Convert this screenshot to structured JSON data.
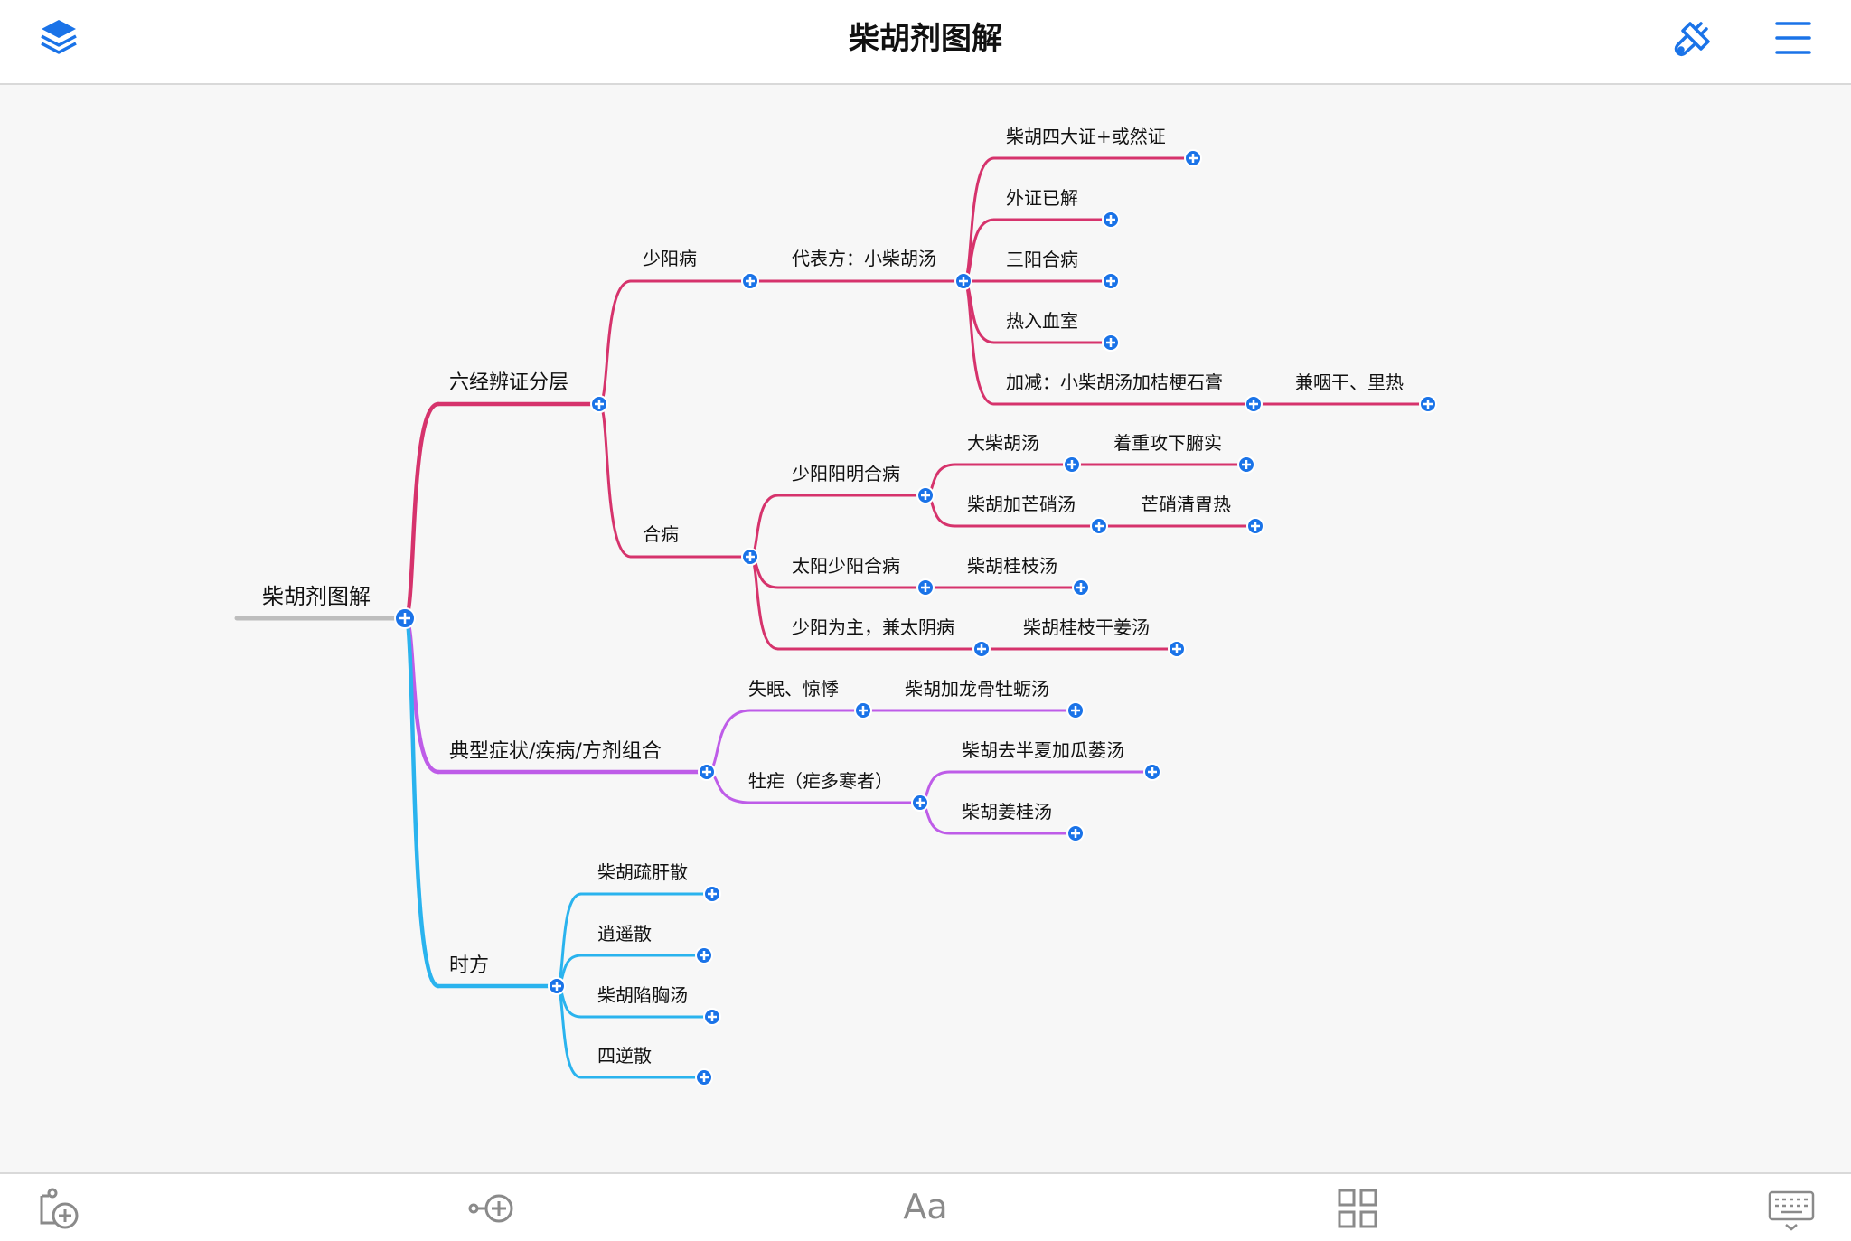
{
  "header": {
    "title": "柴胡剂图解",
    "icons": {
      "left": "layers-icon",
      "theme": "paint-brush-icon",
      "menu": "menu-icon"
    }
  },
  "mindmap": {
    "root": {
      "id": "root",
      "label": "柴胡剂图解"
    },
    "nodes": [
      {
        "id": "n1",
        "parent": "root",
        "label": "六经辨证分层",
        "color": "#d6336c"
      },
      {
        "id": "n2",
        "parent": "root",
        "label": "典型症状/疾病/方剂组合",
        "color": "#be5ce8"
      },
      {
        "id": "n3",
        "parent": "root",
        "label": "时方",
        "color": "#2ab3ee"
      },
      {
        "id": "n11",
        "parent": "n1",
        "label": "少阳病",
        "color": "#d6336c"
      },
      {
        "id": "n12",
        "parent": "n1",
        "label": "合病",
        "color": "#d6336c"
      },
      {
        "id": "n111",
        "parent": "n11",
        "label": "代表方：小柴胡汤",
        "color": "#d6336c"
      },
      {
        "id": "n1111",
        "parent": "n111",
        "label": "柴胡四大证+或然证",
        "color": "#d6336c"
      },
      {
        "id": "n1112",
        "parent": "n111",
        "label": "外证已解",
        "color": "#d6336c"
      },
      {
        "id": "n1113",
        "parent": "n111",
        "label": "三阳合病",
        "color": "#d6336c"
      },
      {
        "id": "n1114",
        "parent": "n111",
        "label": "热入血室",
        "color": "#d6336c"
      },
      {
        "id": "n1115",
        "parent": "n111",
        "label": "加减：小柴胡汤加桔梗石膏",
        "color": "#d6336c"
      },
      {
        "id": "n11151",
        "parent": "n1115",
        "label": "兼咽干、里热",
        "color": "#d6336c"
      },
      {
        "id": "n121",
        "parent": "n12",
        "label": "少阳阳明合病",
        "color": "#d6336c"
      },
      {
        "id": "n1211",
        "parent": "n121",
        "label": "大柴胡汤",
        "color": "#d6336c"
      },
      {
        "id": "n12111",
        "parent": "n1211",
        "label": "着重攻下腑实",
        "color": "#d6336c"
      },
      {
        "id": "n1212",
        "parent": "n121",
        "label": "柴胡加芒硝汤",
        "color": "#d6336c"
      },
      {
        "id": "n12121",
        "parent": "n1212",
        "label": "芒硝清胃热",
        "color": "#d6336c"
      },
      {
        "id": "n122",
        "parent": "n12",
        "label": "太阳少阳合病",
        "color": "#d6336c"
      },
      {
        "id": "n1221",
        "parent": "n122",
        "label": "柴胡桂枝汤",
        "color": "#d6336c"
      },
      {
        "id": "n123",
        "parent": "n12",
        "label": "少阳为主，兼太阴病",
        "color": "#d6336c"
      },
      {
        "id": "n1231",
        "parent": "n123",
        "label": "柴胡桂枝干姜汤",
        "color": "#d6336c"
      },
      {
        "id": "n21",
        "parent": "n2",
        "label": "失眠、惊悸",
        "color": "#be5ce8"
      },
      {
        "id": "n211",
        "parent": "n21",
        "label": "柴胡加龙骨牡蛎汤",
        "color": "#be5ce8"
      },
      {
        "id": "n22",
        "parent": "n2",
        "label": "牡疟（疟多寒者）",
        "color": "#be5ce8"
      },
      {
        "id": "n221",
        "parent": "n22",
        "label": "柴胡去半夏加瓜蒌汤",
        "color": "#be5ce8"
      },
      {
        "id": "n222",
        "parent": "n22",
        "label": "柴胡姜桂汤",
        "color": "#be5ce8"
      },
      {
        "id": "n31",
        "parent": "n3",
        "label": "柴胡疏肝散",
        "color": "#2ab3ee"
      },
      {
        "id": "n32",
        "parent": "n3",
        "label": "逍遥散",
        "color": "#2ab3ee"
      },
      {
        "id": "n33",
        "parent": "n3",
        "label": "柴胡陷胸汤",
        "color": "#2ab3ee"
      },
      {
        "id": "n34",
        "parent": "n3",
        "label": "四逆散",
        "color": "#2ab3ee"
      }
    ],
    "root_color": "#bdbdbd",
    "handle_color": "#1a73e8"
  },
  "toolbar": {
    "items": [
      {
        "name": "add-topic-icon"
      },
      {
        "name": "add-subtopic-icon"
      },
      {
        "name": "font-style-icon",
        "label": "Aa"
      },
      {
        "name": "layout-grid-icon"
      },
      {
        "name": "keyboard-icon"
      }
    ]
  }
}
